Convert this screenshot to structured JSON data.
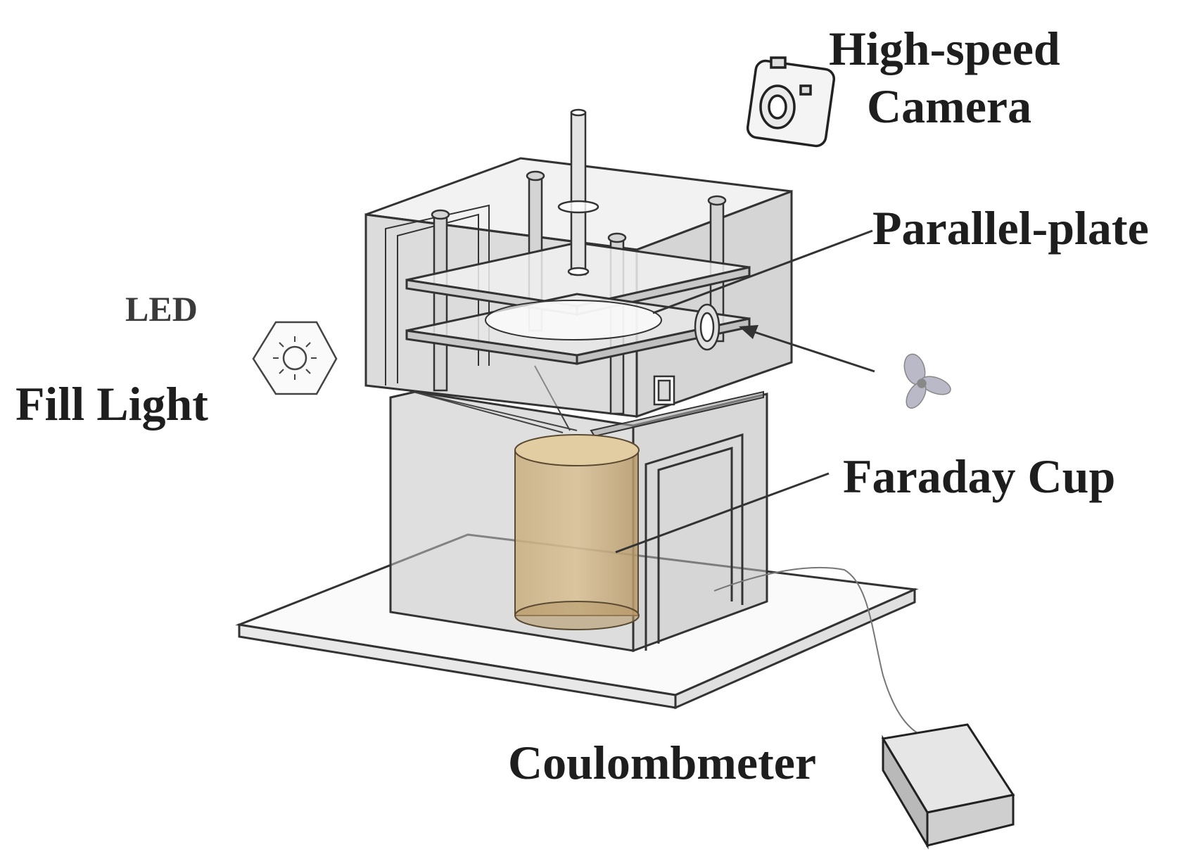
{
  "labels": {
    "camera_line1": "High-speed",
    "camera_line2": "Camera",
    "parallel_plate": "Parallel-plate",
    "led": "LED",
    "fill_light": "Fill Light",
    "faraday_cup": "Faraday Cup",
    "coulombmeter": "Coulombmeter"
  },
  "icons": {
    "camera": "camera-icon",
    "led": "led-sun-icon",
    "fan": "fan-icon"
  },
  "colors": {
    "line": "#333333",
    "glass_fill": "#bdbdbd",
    "cup_fill": "#c8a878",
    "text": "#1e1e1e"
  }
}
